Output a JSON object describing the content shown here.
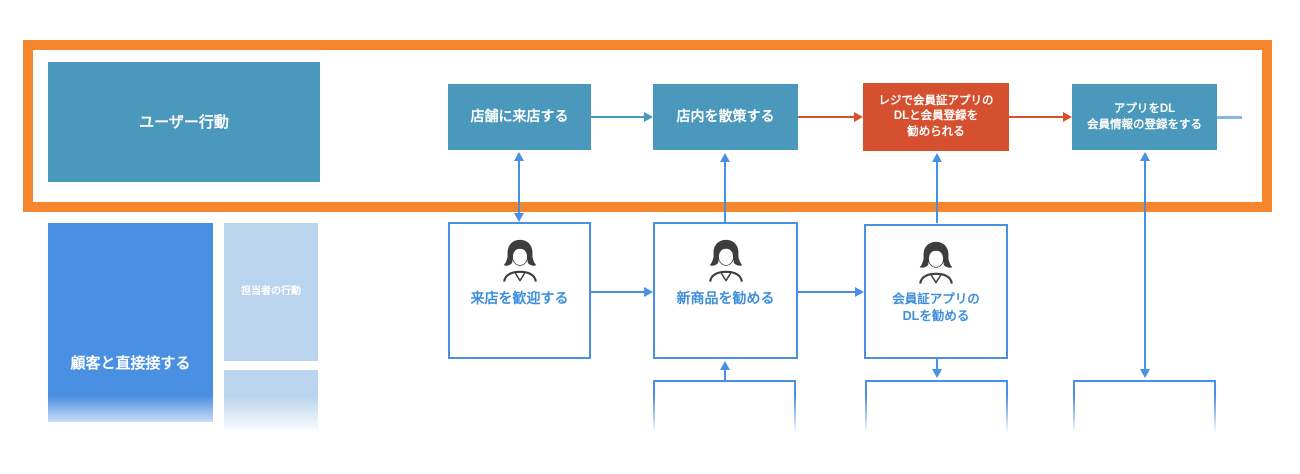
{
  "palette": {
    "teal": "#4a98bc",
    "red": "#d5502e",
    "orange": "#f6862d",
    "blue": "#4a90e2",
    "light_blue_fill": "#b9d4ec",
    "pale_line": "#85b7e3",
    "staff_text": "#3d8fdd",
    "icon_dark": "#3d3d3d"
  },
  "user_lane": {
    "label": "ユーザー行動",
    "steps": [
      {
        "label": "店舗に来店する",
        "highlight": false
      },
      {
        "label": "店内を散策する",
        "highlight": false
      },
      {
        "label": "レジで会員証アプリの\nDLと会員登録を\n勧められる",
        "highlight": true
      },
      {
        "label": "アプリをDL\n会員情報の登録をする",
        "highlight": false
      }
    ]
  },
  "staff_lane": {
    "label": "顧客と直接接する",
    "sub_label": "担当者の行動",
    "steps": [
      {
        "label": "来店を歓迎する"
      },
      {
        "label": "新商品を勧める"
      },
      {
        "label": "会員証アプリの\nDLを勧める"
      }
    ]
  },
  "icons": {
    "staff": "person-icon"
  }
}
